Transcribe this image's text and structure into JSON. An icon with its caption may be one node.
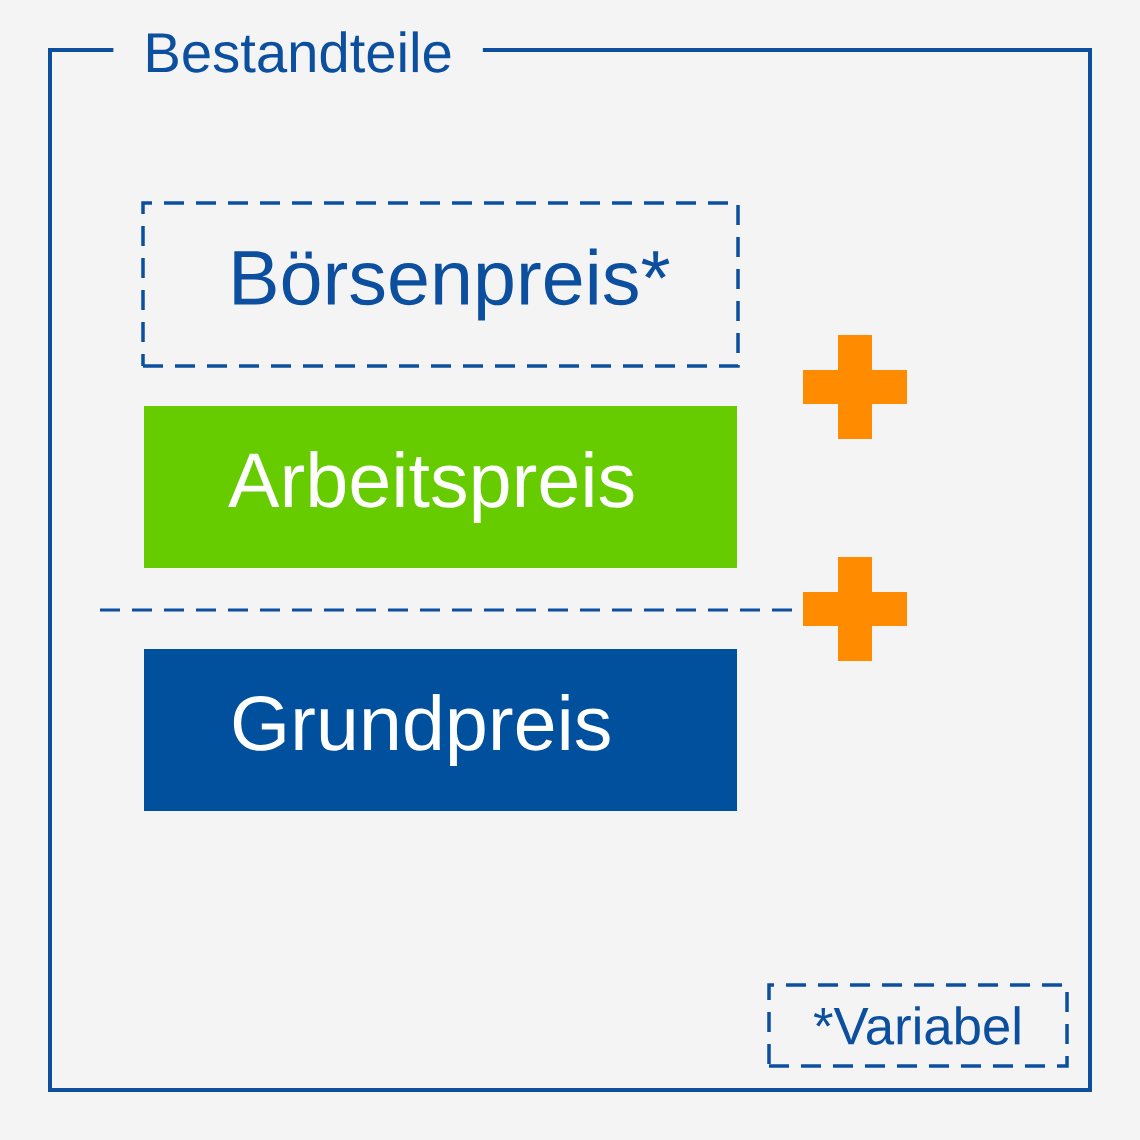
{
  "diagram": {
    "nodes": [
      {
        "text": [
          "Bestandteile"
        ]
      },
      {
        "text": [
          "Börsenpreis*"
        ],
        "in": 0
      },
      {
        "text": [
          "Arbeitspreis"
        ],
        "in": 0
      },
      {
        "text": [
          "Grundpreis"
        ],
        "in": 0
      },
      {
        "text": [
          "*Variabel"
        ],
        "in": 0
      }
    ],
    "edges": []
  }
}
